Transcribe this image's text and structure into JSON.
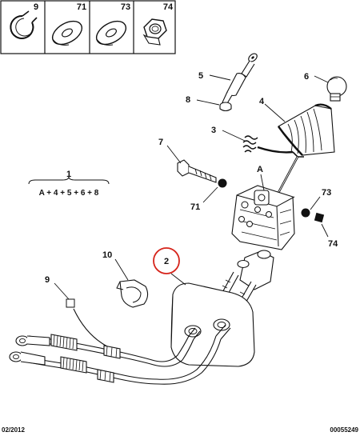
{
  "legend_boxes": [
    {
      "number": "9",
      "icon": "circlip-icon"
    },
    {
      "number": "71",
      "icon": "washer-icon"
    },
    {
      "number": "73",
      "icon": "washer-icon"
    },
    {
      "number": "74",
      "icon": "hex-nut-icon"
    }
  ],
  "callouts": {
    "c1": "1",
    "c1_formula": "A + 4 + 5 + 6 + 8",
    "c2": "2",
    "c3": "3",
    "c4": "4",
    "c5": "5",
    "c6": "6",
    "c7": "7",
    "c8": "8",
    "c9": "9",
    "c10": "10",
    "c71": "71",
    "c73": "73",
    "c74": "74",
    "cA": "A"
  },
  "footer": {
    "date": "02/2012",
    "ref": "00055249"
  },
  "colors": {
    "highlight_circle": "#d6241b"
  }
}
